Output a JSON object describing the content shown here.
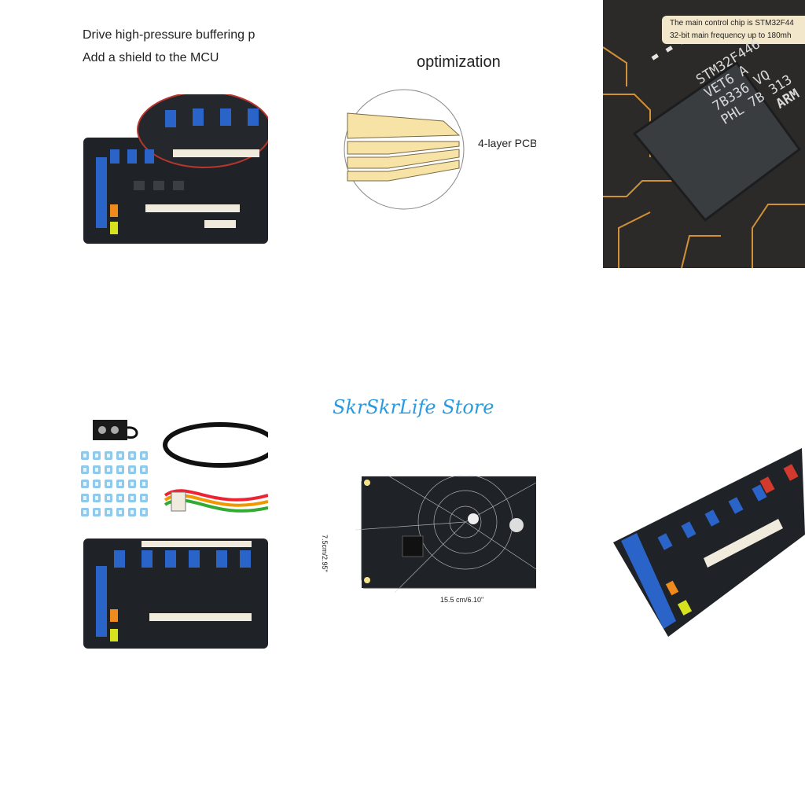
{
  "tile1": {
    "heading_line1": "Drive high-pressure buffering p",
    "heading_line2": "Add a shield to the MCU"
  },
  "tile2": {
    "heading": "optimization",
    "layer_label": "4-layer PCB"
  },
  "tile3": {
    "caption_line1": "The main control chip is STM32F44",
    "caption_line2": "32-bit main frequency up to 180mh",
    "chip_marking": [
      "STM32F446",
      "VET6  A",
      "7B336  VQ",
      "PHL  7B  313"
    ],
    "brand": "ARM",
    "bg_color": "#2b2a28",
    "trace_color": "#f1a33a"
  },
  "tile5": {
    "store_name": "SkrSkrLife Store",
    "width_label": "15.5 cm/6.10\"",
    "height_label": "7.5cm/2.95\""
  },
  "colors": {
    "board": "#1f2226",
    "driver_blue": "#2a64c8",
    "driver_red": "#d23a2e",
    "store_blue": "#2a9bde"
  }
}
